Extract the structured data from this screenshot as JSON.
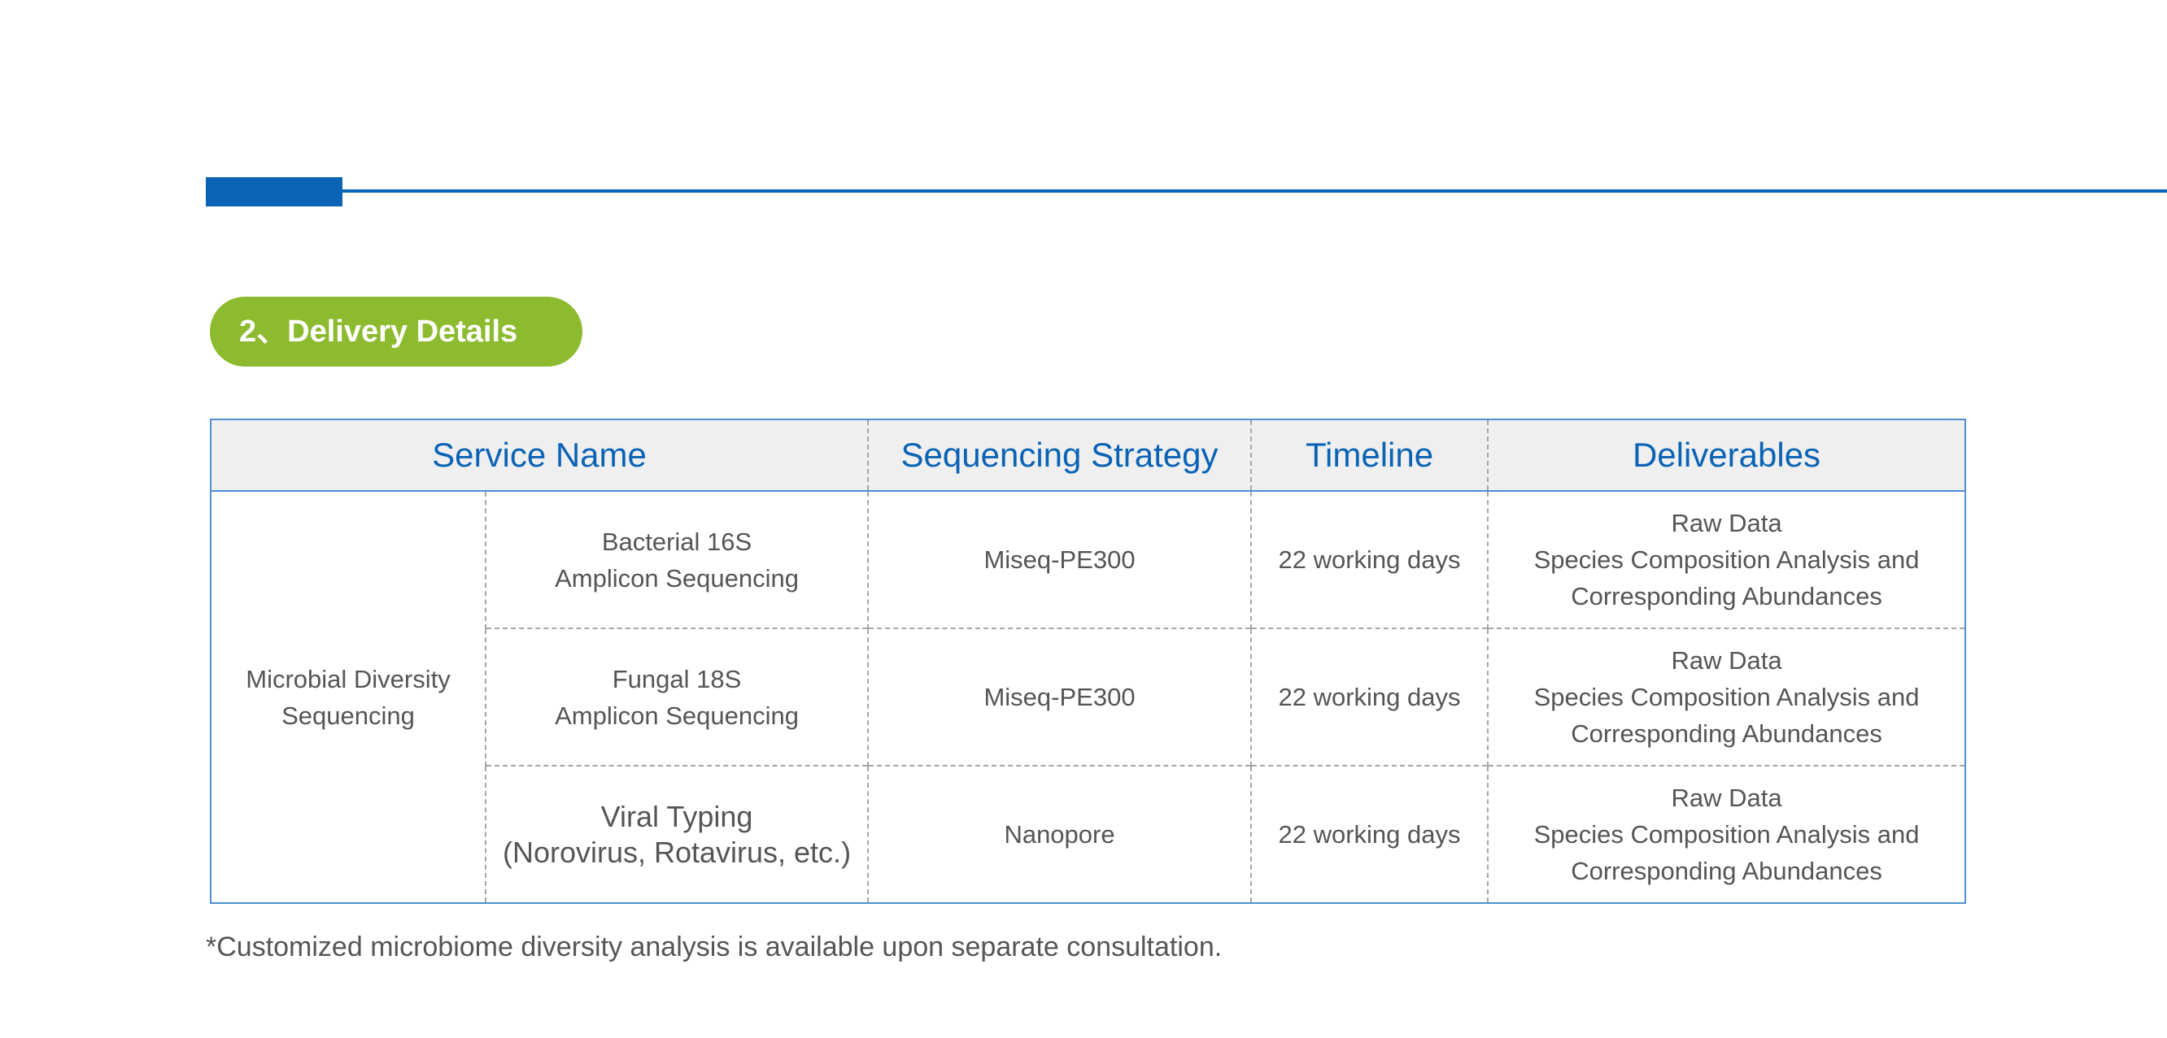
{
  "section": {
    "title": "2、Delivery Details"
  },
  "table": {
    "headers": [
      "Service Name",
      "Sequencing Strategy",
      "Timeline",
      "Deliverables"
    ],
    "category": [
      "Microbial Diversity",
      "Sequencing"
    ],
    "rows": [
      {
        "service": [
          "Bacterial 16S",
          "Amplicon Sequencing"
        ],
        "strategy": "Miseq-PE300",
        "timeline": "22 working days",
        "deliverables": [
          "Raw Data",
          "Species Composition Analysis and",
          "Corresponding Abundances"
        ]
      },
      {
        "service": [
          "Fungal 18S",
          "Amplicon Sequencing"
        ],
        "strategy": "Miseq-PE300",
        "timeline": "22 working days",
        "deliverables": [
          "Raw Data",
          "Species Composition Analysis and",
          "Corresponding Abundances"
        ]
      },
      {
        "service": [
          "Viral Typing",
          "(Norovirus, Rotavirus, etc.)"
        ],
        "strategy": "Nanopore",
        "timeline": "22 working days",
        "deliverables": [
          "Raw Data",
          "Species Composition Analysis and",
          "Corresponding Abundances"
        ]
      }
    ]
  },
  "footnote": "*Customized microbiome diversity analysis is available upon separate consultation.",
  "colors": {
    "primary_blue": "#0a63b5",
    "accent_green": "#8cbb2f",
    "header_bg": "#efefef",
    "text_gray": "#555555"
  }
}
